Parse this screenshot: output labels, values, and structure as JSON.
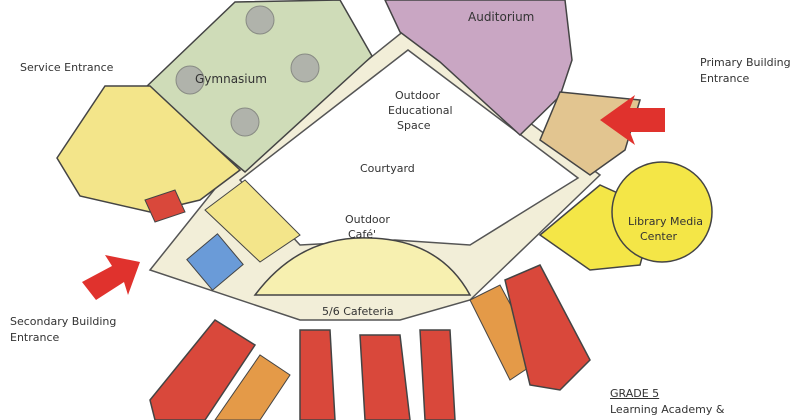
{
  "labels": {
    "service_entrance": "Service Entrance",
    "gymnasium": "Gymnasium",
    "auditorium": "Auditorium",
    "primary_entrance_line1": "Primary Building",
    "primary_entrance_line2": "Entrance",
    "outdoor_edu_line1": "Outdoor",
    "outdoor_edu_line2": "Educational",
    "outdoor_edu_line3": "Space",
    "courtyard": "Courtyard",
    "outdoor_cafe_line1": "Outdoor",
    "outdoor_cafe_line2": "Café'",
    "library_line1": "Library Media",
    "library_line2": "Center",
    "secondary_entrance_line1": "Secondary Building",
    "secondary_entrance_line2": "Entrance",
    "cafeteria": "5/6 Cafeteria",
    "grade_title": "GRADE 5",
    "grade_subtitle": "Learning Academy &"
  },
  "colors": {
    "hallway": "#f2eed8",
    "gym": "#cfdcb8",
    "support_yellow": "#f3e58a",
    "auditorium": "#c9a6c3",
    "admin_tan": "#e2c590",
    "library": "#f4e647",
    "cafe": "#f7f0b0",
    "classroom_red": "#d9483b",
    "classroom_orange": "#e49a48",
    "blue_room": "#6a9bd8",
    "arrow": "#e0322d"
  }
}
